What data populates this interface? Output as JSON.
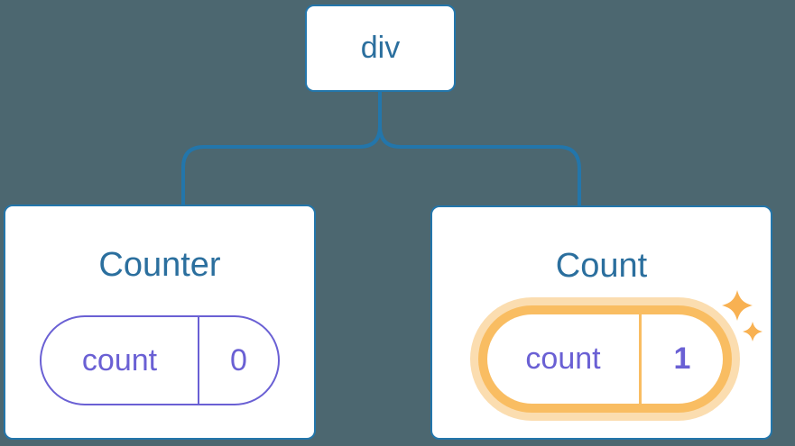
{
  "colors": {
    "background": "#4C6770",
    "card_bg": "#FFFFFF",
    "node_border": "#2376AB",
    "node_text": "#2B6F9E",
    "connector": "#2376AB",
    "state_border": "#6A60D4",
    "state_text": "#6A60D4",
    "highlight_ring": "#F9BD62",
    "highlight_glow": "#FBDDB0",
    "sparkle": "#F8B152"
  },
  "tree": {
    "root": {
      "label": "div"
    },
    "children": [
      {
        "title": "Counter",
        "state": {
          "key": "count",
          "value": "0"
        },
        "highlighted": false
      },
      {
        "title": "Count",
        "state": {
          "key": "count",
          "value": "1"
        },
        "highlighted": true
      }
    ]
  },
  "icons": {
    "sparkle_glyph": "✦"
  }
}
